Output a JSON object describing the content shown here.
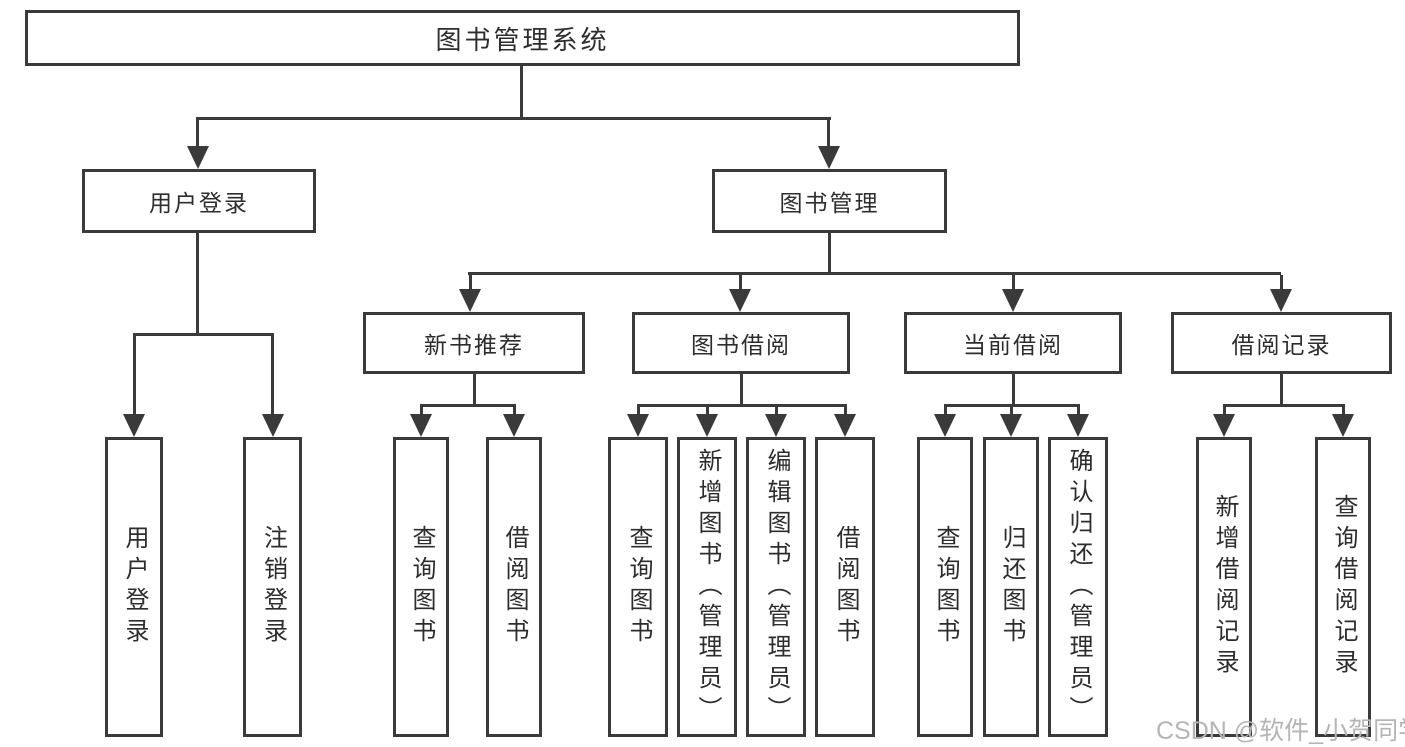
{
  "diagram": {
    "root": {
      "label": "图书管理系统",
      "children": [
        {
          "label": "用户登录",
          "children": [
            {
              "label": "用户登录"
            },
            {
              "label": "注销登录"
            }
          ]
        },
        {
          "label": "图书管理",
          "children": [
            {
              "label": "新书推荐",
              "children": [
                {
                  "label": "查询图书"
                },
                {
                  "label": "借阅图书"
                }
              ]
            },
            {
              "label": "图书借阅",
              "children": [
                {
                  "label": "查询图书"
                },
                {
                  "label": "新增图书（管理员）"
                },
                {
                  "label": "编辑图书（管理员）"
                },
                {
                  "label": "借阅图书"
                }
              ]
            },
            {
              "label": "当前借阅",
              "children": [
                {
                  "label": "查询图书"
                },
                {
                  "label": "归还图书"
                },
                {
                  "label": "确认归还（管理员）"
                }
              ]
            },
            {
              "label": "借阅记录",
              "children": [
                {
                  "label": "新增借阅记录"
                },
                {
                  "label": "查询借阅记录"
                }
              ]
            }
          ]
        }
      ]
    }
  },
  "watermark": {
    "text": "CSDN @软件_小贺同学"
  },
  "colors": {
    "line": "#3a3a3a",
    "text": "#2d2d2d",
    "watermark": "#b5b5b5",
    "background": "#ffffff"
  }
}
